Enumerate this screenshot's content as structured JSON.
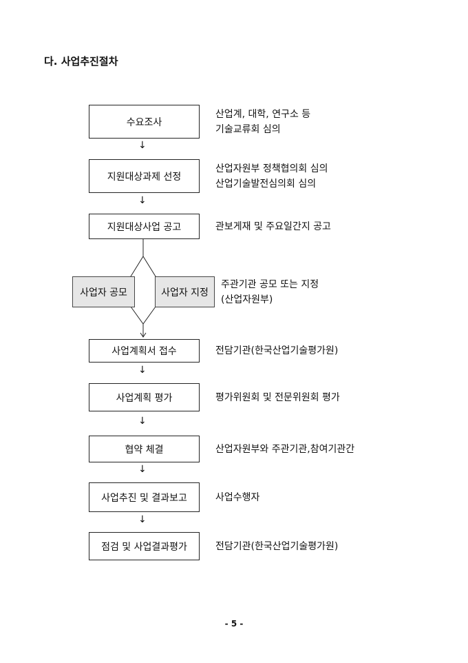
{
  "title": "다. 사업추진절차",
  "steps": [
    {
      "label": "수요조사",
      "desc": [
        "산업계, 대학, 연구소 등",
        "기술교류회 심의"
      ]
    },
    {
      "label": "지원대상과제 선정",
      "desc": [
        "산업자원부 정책협의회 심의",
        "산업기술발전심의회 심의"
      ]
    },
    {
      "label": "지원대상사업 공고",
      "desc": [
        "관보게재 및 주요일간지 공고"
      ]
    },
    {
      "label": "사업계획서 접수",
      "desc": [
        "전담기관(한국산업기술평가원)"
      ]
    },
    {
      "label": "사업계획 평가",
      "desc": [
        "평가위원회 및 전문위원회 평가"
      ]
    },
    {
      "label": "협약 체결",
      "desc": [
        "산업자원부와 주관기관,참여기관간"
      ]
    },
    {
      "label": "사업추진 및 결과보고",
      "desc": [
        "사업수행자"
      ]
    },
    {
      "label": "점검 및 사업결과평가",
      "desc": [
        "전담기관(한국산업기술평가원)"
      ]
    }
  ],
  "branch": {
    "left": "사업자 공모",
    "right": "사업자 지정",
    "desc": [
      "주관기관 공모 또는 지정",
      "(산업자원부)"
    ]
  },
  "arrow": "↓",
  "page_number": "- 5 -"
}
